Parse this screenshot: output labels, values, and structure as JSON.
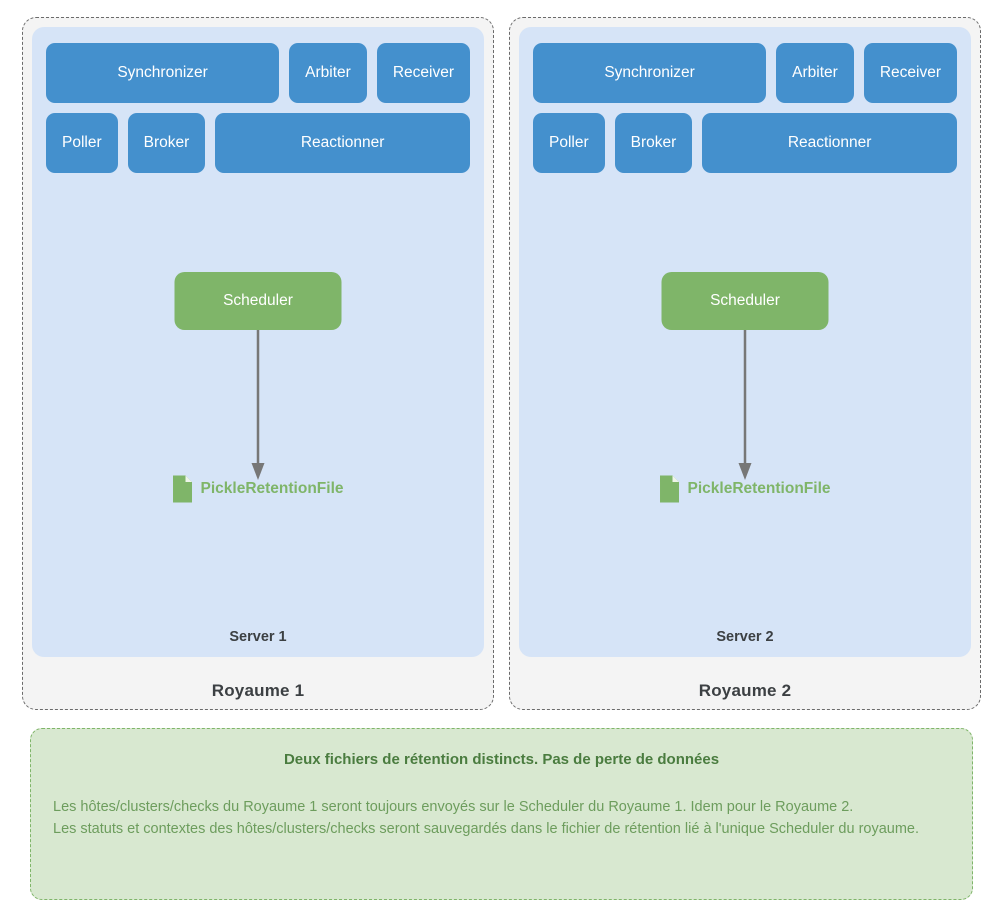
{
  "diagram": {
    "realms": [
      {
        "id": "royaume-1",
        "label": "Royaume 1",
        "server": {
          "label": "Server 1",
          "daemon_rows": [
            [
              "Synchronizer",
              "Arbiter",
              "Receiver"
            ],
            [
              "Poller",
              "Broker",
              "Reactionner"
            ]
          ],
          "scheduler": "Scheduler",
          "retention_file": "PickleRetentionFile",
          "retention_icon": "file-icon"
        }
      },
      {
        "id": "royaume-2",
        "label": "Royaume 2",
        "server": {
          "label": "Server 2",
          "daemon_rows": [
            [
              "Synchronizer",
              "Arbiter",
              "Receiver"
            ],
            [
              "Poller",
              "Broker",
              "Reactionner"
            ]
          ],
          "scheduler": "Scheduler",
          "retention_file": "PickleRetentionFile",
          "retention_icon": "file-icon"
        }
      }
    ],
    "note": {
      "title": "Deux fichiers de rétention distincts. Pas de perte de données",
      "paragraphs": [
        "Les hôtes/clusters/checks du Royaume 1 seront toujours envoyés sur le Scheduler du Royaume 1. Idem pour le Royaume 2.",
        "Les statuts et contextes des hôtes/clusters/checks seront sauvegardés dans le fichier de rétention lié à l'unique Scheduler du royaume."
      ]
    },
    "colors": {
      "daemon_blue": "#4490cd",
      "server_light_blue": "#d6e4f7",
      "realm_background": "#f4f4f4",
      "realm_border": "#6b6b6b",
      "scheduler_green": "#7fb569",
      "note_background": "#d8e8d0",
      "note_border": "#7fb569",
      "note_title_text": "#4a7c3f",
      "note_body_text": "#6d9d5d",
      "arrow": "#777777",
      "label_text": "#3c4043"
    }
  }
}
